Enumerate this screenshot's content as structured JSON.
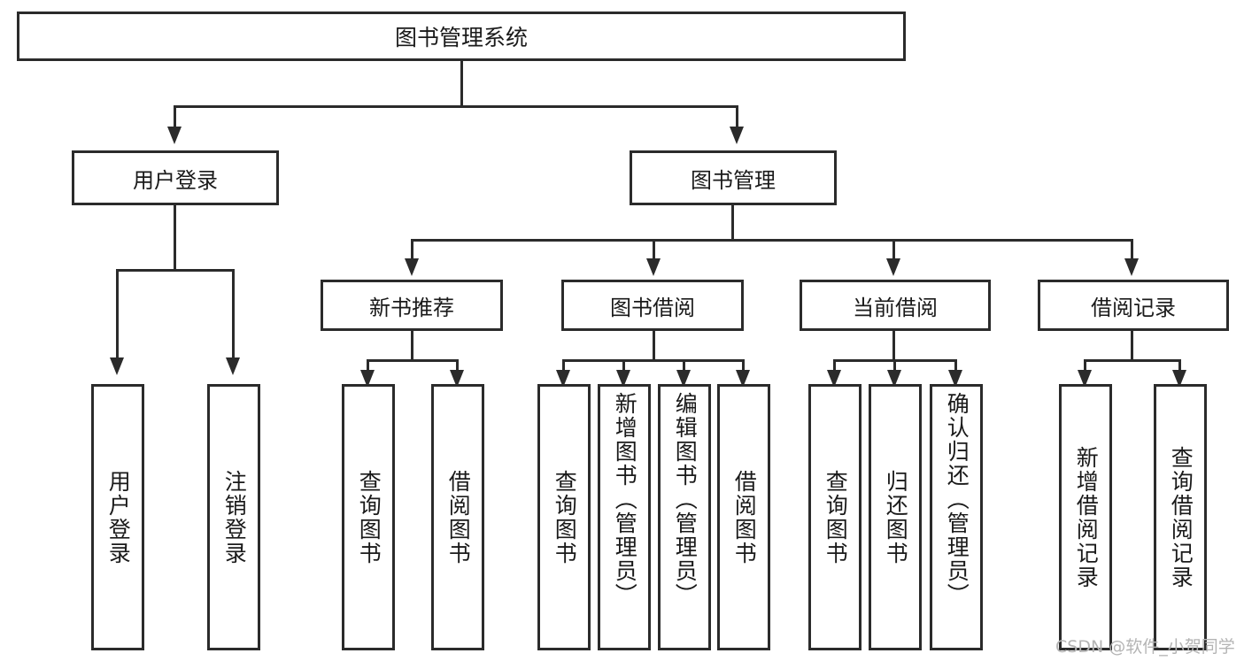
{
  "diagram": {
    "title": "图书管理系统",
    "type": "hierarchy-tree",
    "watermark": "CSDN @软件_小贺同学",
    "colors": {
      "stroke": "#2b2b2b",
      "fill": "#ffffff",
      "text": "#1a1a1a",
      "watermark": "#b4b4b4"
    },
    "root": {
      "label": "图书管理系统"
    },
    "level2": [
      {
        "id": "user-login",
        "label": "用户登录"
      },
      {
        "id": "book-management",
        "label": "图书管理"
      }
    ],
    "level3": [
      {
        "id": "new-book-recommend",
        "label": "新书推荐",
        "parent": "book-management"
      },
      {
        "id": "book-borrow",
        "label": "图书借阅",
        "parent": "book-management"
      },
      {
        "id": "current-borrow",
        "label": "当前借阅",
        "parent": "book-management"
      },
      {
        "id": "borrow-record",
        "label": "借阅记录",
        "parent": "book-management"
      }
    ],
    "leaves": {
      "user-login": [
        {
          "id": "leaf-user-login",
          "label": "用户登录"
        },
        {
          "id": "leaf-logout",
          "label": "注销登录"
        }
      ],
      "new-book-recommend": [
        {
          "id": "leaf-query-book-1",
          "label": "查询图书"
        },
        {
          "id": "leaf-borrow-book-1",
          "label": "借阅图书"
        }
      ],
      "book-borrow": [
        {
          "id": "leaf-query-book-2",
          "label": "查询图书"
        },
        {
          "id": "leaf-add-book",
          "label": "新增图书（管理员）"
        },
        {
          "id": "leaf-edit-book",
          "label": "编辑图书（管理员）"
        },
        {
          "id": "leaf-borrow-book-2",
          "label": "借阅图书"
        }
      ],
      "current-borrow": [
        {
          "id": "leaf-query-book-3",
          "label": "查询图书"
        },
        {
          "id": "leaf-return-book",
          "label": "归还图书"
        },
        {
          "id": "leaf-confirm-return",
          "label": "确认归还（管理员）"
        }
      ],
      "borrow-record": [
        {
          "id": "leaf-add-record",
          "label": "新增借阅记录"
        },
        {
          "id": "leaf-query-record",
          "label": "查询借阅记录"
        }
      ]
    }
  }
}
